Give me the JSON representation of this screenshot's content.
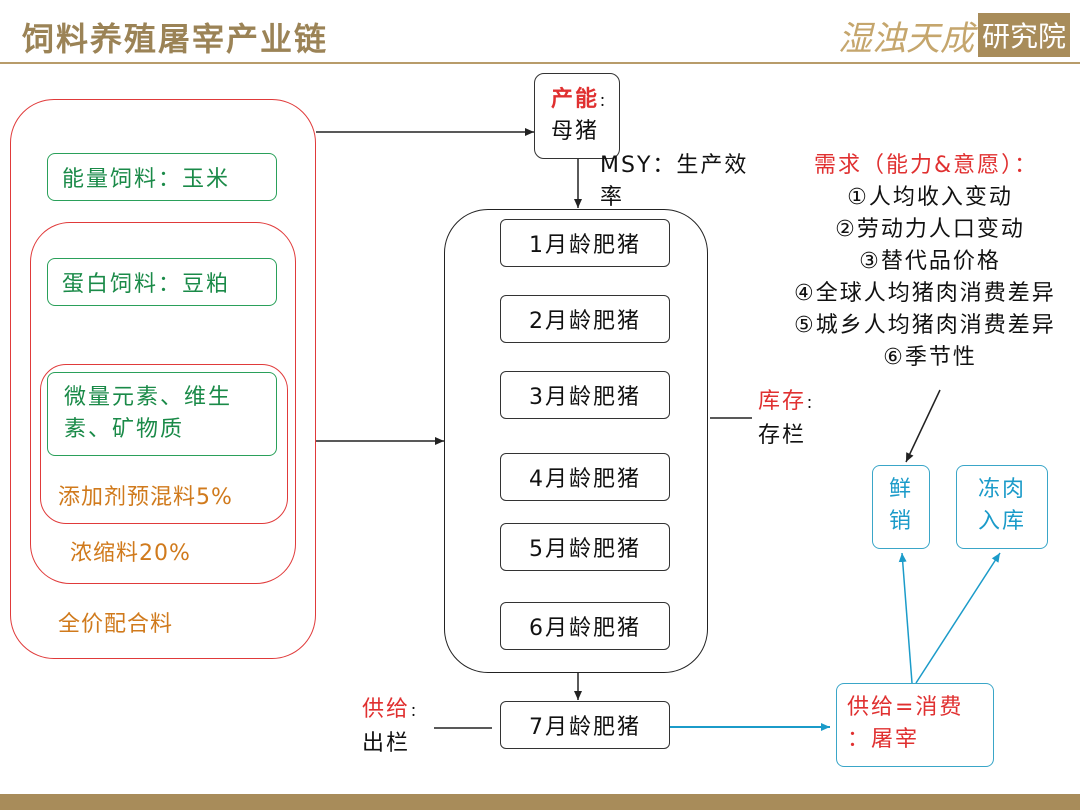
{
  "header": {
    "title": "饲料养殖屠宰产业链",
    "logo_script": "湿浊天成",
    "logo_box": "研究院"
  },
  "feed": {
    "energy": "能量饲料：玉米",
    "protein": "蛋白饲料：豆粕",
    "micro": "微量元素、维生素、矿物质",
    "premix": "添加剂预混料5%",
    "concentrate": "浓缩料20%",
    "complete": "全价配合料"
  },
  "capacity": {
    "label": "产能",
    "colon": "：",
    "value": "母猪"
  },
  "msy": "MSY：生产效率",
  "pigs": [
    "1月龄肥猪",
    "2月龄肥猪",
    "3月龄肥猪",
    "4月龄肥猪",
    "5月龄肥猪",
    "6月龄肥猪"
  ],
  "pig7": "7月龄肥猪",
  "inventory": {
    "label": "库存",
    "colon": "：",
    "value": "存栏"
  },
  "supply": {
    "label": "供给",
    "colon": "：",
    "value": "出栏"
  },
  "demand": {
    "title": "需求（能力&意愿）：",
    "items": [
      "①人均收入变动",
      "②劳动力人口变动",
      "③替代品价格",
      "④全球人均猪肉消费差异",
      "⑤城乡人均猪肉消费差异",
      "⑥季节性"
    ]
  },
  "fresh": "鲜销",
  "frozen": "冻肉入库",
  "balance": {
    "line1": "供给=消费",
    "line2": "：屠宰"
  }
}
